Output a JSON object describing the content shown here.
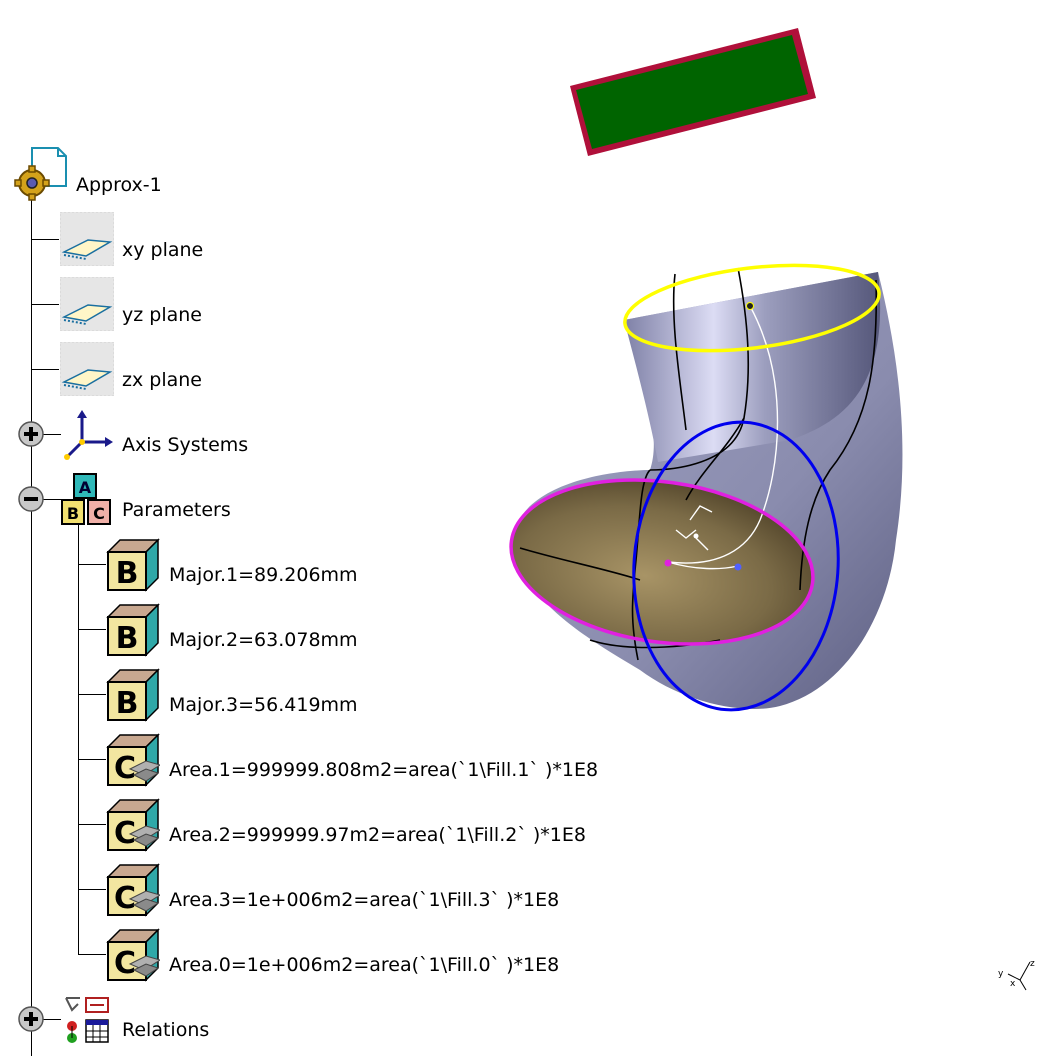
{
  "tree": {
    "root": {
      "label": "Approx-1",
      "icon": "part-gear-icon"
    },
    "planes": [
      {
        "label": "xy plane",
        "icon": "plane-icon"
      },
      {
        "label": "yz plane",
        "icon": "plane-icon"
      },
      {
        "label": "zx plane",
        "icon": "plane-icon"
      }
    ],
    "axis_systems": {
      "label": "Axis Systems",
      "icon": "axis-system-icon",
      "expander": "plus"
    },
    "parameters": {
      "label": "Parameters",
      "icon": "parameters-abc-icon",
      "expander": "minus",
      "items": [
        {
          "label": "Major.1=89.206mm",
          "icon": "length-parameter-icon"
        },
        {
          "label": "Major.2=63.078mm",
          "icon": "length-parameter-icon"
        },
        {
          "label": "Major.3=56.419mm",
          "icon": "length-parameter-icon"
        },
        {
          "label": "Area.1=999999.808m2=area(`1\\Fill.1` )*1E8",
          "icon": "area-parameter-icon"
        },
        {
          "label": "Area.2=999999.97m2=area(`1\\Fill.2` )*1E8",
          "icon": "area-parameter-icon"
        },
        {
          "label": "Area.3=1e+006m2=area(`1\\Fill.3` )*1E8",
          "icon": "area-parameter-icon"
        },
        {
          "label": "Area.0=1e+006m2=area(`1\\Fill.0` )*1E8",
          "icon": "area-parameter-icon"
        }
      ]
    },
    "relations": {
      "label": "Relations",
      "icon": "relations-icon",
      "expander": "plus"
    }
  },
  "viewport": {
    "compass_icon": "compass-axis-icon",
    "colors": {
      "surface": "#9fa1c0",
      "inner": "#8c7a55",
      "top_ellipse": "#ffff00",
      "blue_ellipse": "#0000ee",
      "magenta_ellipse": "#e020e0",
      "green_rect": "#006400",
      "rect_border": "#b0103a"
    }
  }
}
